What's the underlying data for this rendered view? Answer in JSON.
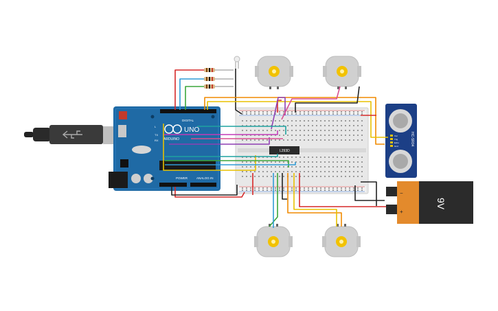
{
  "arduino": {
    "logo_text": "UNO",
    "brand": "ARDUINO",
    "digital_label": "DIGITAL",
    "power_label": "POWER",
    "analog_label": "ANALOG IN",
    "tx_label": "TX",
    "rx_label": "RX",
    "l_label": "L",
    "on_label": "ON",
    "board_color": "#1f6aa5"
  },
  "driver": {
    "label": "L293D"
  },
  "sensor": {
    "label": "HC-SR04",
    "pin_labels": [
      "Vcc",
      "Trig",
      "Echo",
      "Gnd"
    ]
  },
  "battery": {
    "label": "9V",
    "minus": "−",
    "plus": "+"
  },
  "wire_colors": {
    "red": "#d62828",
    "black": "#222222",
    "blue": "#2f9bd6",
    "green": "#3aa63a",
    "yellow": "#e8c100",
    "orange": "#f08a00",
    "purple": "#8e3fb3",
    "pink": "#d94f91",
    "teal": "#1fa3a0",
    "magenta": "#c23bb8"
  },
  "icons": [
    "usb-plug-icon",
    "motor-icon",
    "resistor-icon",
    "led-icon"
  ]
}
